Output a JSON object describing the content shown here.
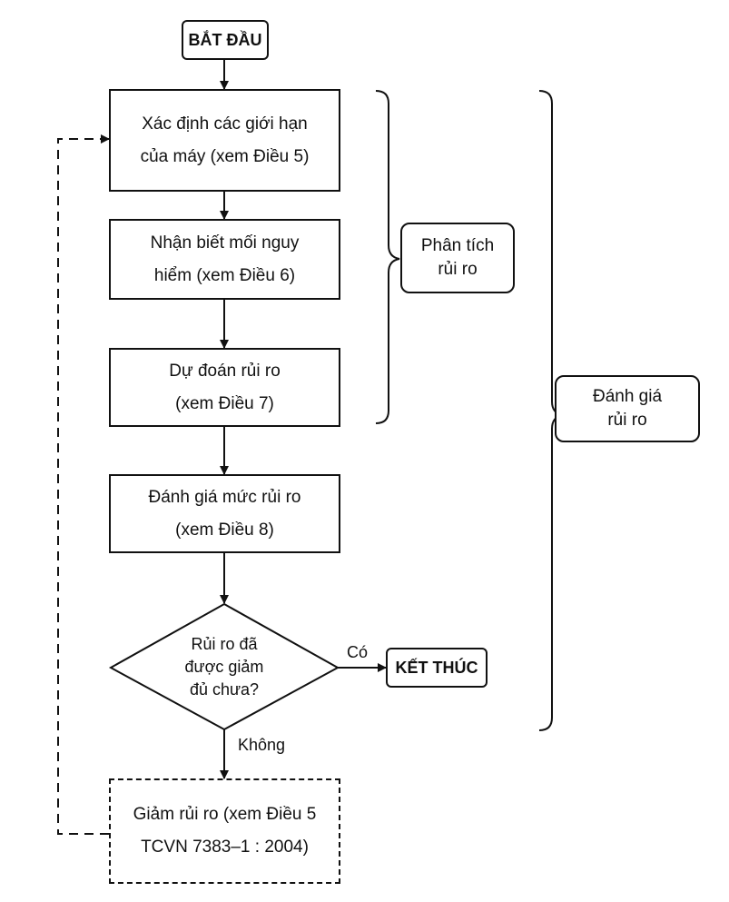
{
  "flowchart": {
    "start": "BẮT ĐẦU",
    "end": "KẾT THÚC",
    "steps": [
      {
        "line1": "Xác định các giới hạn",
        "line2": "của máy (xem Điều 5)"
      },
      {
        "line1": "Nhận biết mối nguy",
        "line2": "hiểm (xem Điều 6)"
      },
      {
        "line1": "Dự đoán rủi ro",
        "line2": "(xem Điều 7)"
      },
      {
        "line1": "Đánh giá mức rủi ro",
        "line2": "(xem Điều 8)"
      }
    ],
    "decision": {
      "line1": "Rủi ro đã",
      "line2": "được giảm",
      "line3": "đủ chưa?"
    },
    "yes_label": "Có",
    "no_label": "Không",
    "reduce": {
      "line1": "Giảm rủi ro (xem Điều 5",
      "line2": "TCVN 7383–1 : 2004)"
    },
    "groups": {
      "analysis": {
        "line1": "Phân tích",
        "line2": "rủi ro"
      },
      "assessment": {
        "line1": "Đánh giá",
        "line2": "rủi ro"
      }
    }
  }
}
